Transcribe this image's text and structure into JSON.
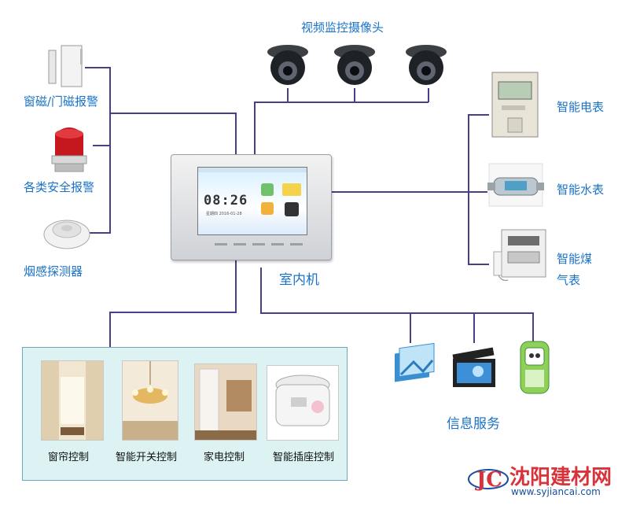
{
  "labels": {
    "cameras": "视频监控摄像头",
    "door_alarm": "窗磁/门磁报警",
    "safety_alarm": "各类安全报警",
    "smoke_detector": "烟感探测器",
    "indoor_unit": "室内机",
    "meter_electric": "智能电表",
    "meter_water": "智能水表",
    "meter_gas_line1": "智能煤",
    "meter_gas_line2": "气表",
    "info_service": "信息服务",
    "curtain": "窗帘控制",
    "switch": "智能开关控制",
    "appliance": "家电控制",
    "socket": "智能插座控制"
  },
  "screen": {
    "clock": "08:26",
    "date": "星期四 2016-01-28"
  },
  "watermark": {
    "brand": "沈阳建材网",
    "url": "www.syjiancai.com",
    "mark": "JC"
  },
  "colors": {
    "wire": "#4a3f86",
    "label": "#1a73c8",
    "panel_bg": "#ddf3f3",
    "brand_red": "#d6343a"
  }
}
